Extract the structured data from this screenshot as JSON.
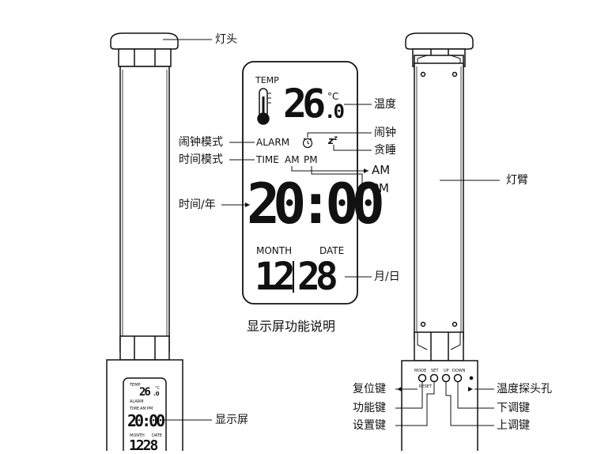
{
  "left_lamp": {
    "lamp_head_label": "灯头",
    "display_label": "显示屏",
    "mini_display": {
      "temp_label": "TEMP",
      "temp_value": "26",
      "temp_decimal": ".0",
      "temp_unit": "°C",
      "alarm_label": "ALARM",
      "time_label": "TIME",
      "am_label": "AM",
      "pm_label": "PM",
      "time_value": "20:00",
      "month_label": "MONTH",
      "date_label": "DATE",
      "date_value": "1228"
    }
  },
  "center_display": {
    "caption": "显示屏功能说明",
    "temp_label": "TEMP",
    "temp_value": "26",
    "temp_decimal": ".0",
    "temp_unit": "°C",
    "alarm_label": "ALARM",
    "time_label": "TIME",
    "am_label": "AM",
    "pm_label": "PM",
    "time_value": "20:00",
    "month_label": "MONTH",
    "date_label": "DATE",
    "month_value": "12",
    "day_value": "28",
    "snooze_icon": "zz-icon",
    "callouts": {
      "alarm_mode": "闹钟模式",
      "time_mode": "时间模式",
      "time_year": "时间/年",
      "temperature": "温度",
      "alarm_clock": "闹钟",
      "snooze": "贪睡",
      "am": "AM",
      "pm": "PM",
      "month_day": "月/日"
    }
  },
  "right_lamp": {
    "lamp_arm_label": "灯臂",
    "buttons": {
      "mode": "MODE",
      "set": "SET",
      "up": "UP",
      "down": "DOWN",
      "reset": "RESET"
    },
    "callouts": {
      "reset_key": "复位键",
      "function_key": "功能键",
      "set_key": "设置键",
      "temp_probe": "温度探头孔",
      "down_key": "下调键",
      "up_key": "上调键"
    }
  },
  "colors": {
    "line": "#111111",
    "background": "#ffffff"
  }
}
